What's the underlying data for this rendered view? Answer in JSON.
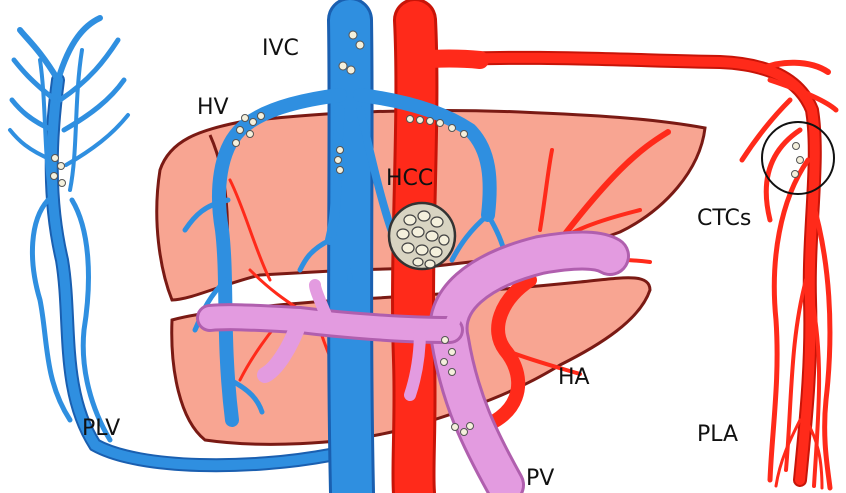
{
  "labels": {
    "ivc": "IVC",
    "hv": "HV",
    "hcc": "HCC",
    "ctcs": "CTCs",
    "ha": "HA",
    "plv": "PLV",
    "pla": "PLA",
    "pv": "PV"
  },
  "colors": {
    "vein": "#2f8fe0",
    "vein_dark": "#1a5fb0",
    "artery": "#ff2a1a",
    "artery_dark": "#c81408",
    "portal_vein": "#e39be0",
    "portal_vein_dark": "#b05fae",
    "liver": "#f8a592",
    "liver_outline": "#7a1a14",
    "tumor": "#d8d4c2",
    "cell": "#f4f0dc"
  }
}
